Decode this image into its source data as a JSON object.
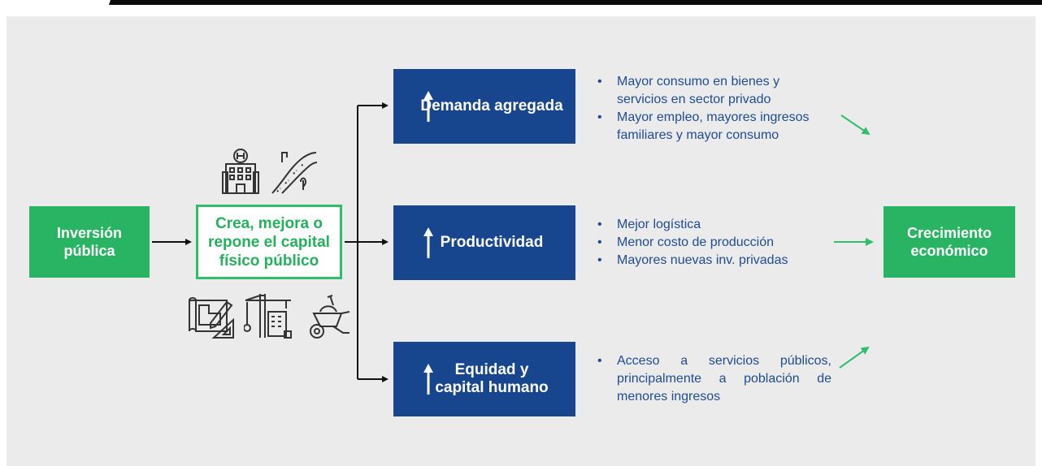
{
  "colors": {
    "green": "#28b462",
    "blue": "#17468f",
    "text_blue": "#1f4b93",
    "background": "#ebebeb"
  },
  "nodes": {
    "inversion": "Inversión pública",
    "capital": "Crea, mejora o repone el capital físico público",
    "demanda": "Demanda agregada",
    "productividad": "Productividad",
    "equidad": "Equidad y capital humano",
    "crecimiento": "Crecimiento económico"
  },
  "bullets": {
    "demanda": [
      "Mayor consumo en bienes y servicios en sector privado",
      "Mayor empleo, mayores ingresos familiares y mayor consumo"
    ],
    "productividad": [
      "Mejor logística",
      "Menor costo de producción",
      "Mayores nuevas inv. privadas"
    ],
    "equidad": [
      "Acceso a servicios públicos, principalmente a población de menores ingresos"
    ]
  },
  "icons": [
    "hospital-icon",
    "road-icon",
    "blueprint-icon",
    "construction-crane-icon",
    "wheelbarrow-icon"
  ]
}
